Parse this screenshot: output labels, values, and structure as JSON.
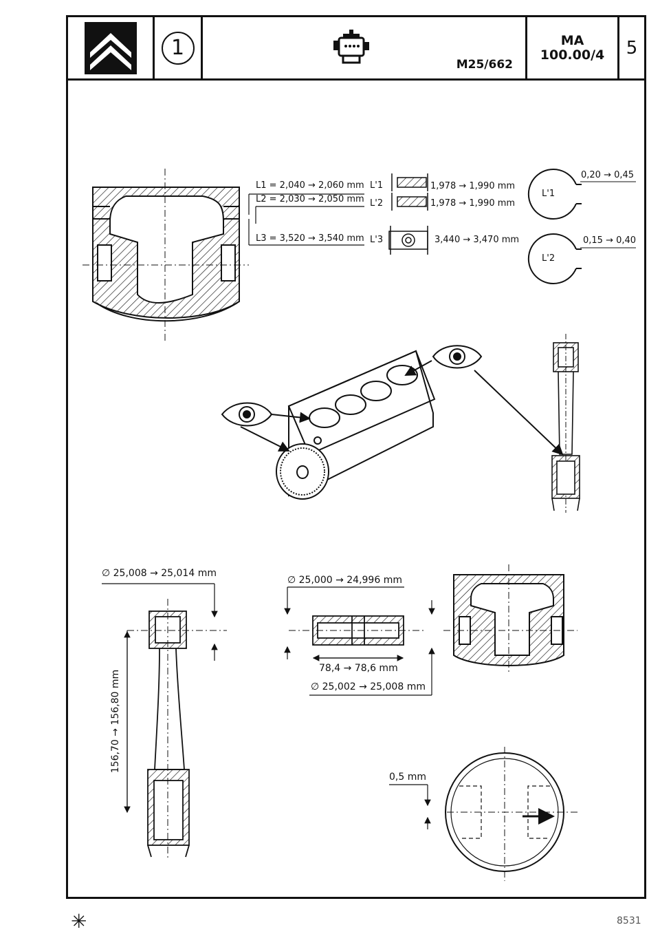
{
  "header": {
    "step": "1",
    "model": "M25/662",
    "ma_line1": "MA",
    "ma_line2": "100.00/4",
    "page": "5"
  },
  "rings": {
    "l1": "L1 = 2,040 → 2,060 mm",
    "l2": "L2 = 2,030 → 2,050 mm",
    "l3": "L3 = 3,520 → 3,540 mm",
    "lp1": "L'1",
    "lp2": "L'2",
    "lp3": "L'3",
    "t1": "1,978 → 1,990 mm",
    "t2": "1,978 → 1,990 mm",
    "t3": "3,440 → 3,470 mm",
    "gap1_label": "L'1",
    "gap1": "0,20 → 0,45",
    "gap2_label": "L'2",
    "gap2": "0,15 → 0,40"
  },
  "rod": {
    "small_end_bore": "∅ 25,008 → 25,014 mm",
    "length": "156,70 → 156,80 mm"
  },
  "pin": {
    "outer_dia": "∅ 25,000 → 24,996 mm",
    "length": "78,4 → 78,6 mm",
    "piston_bore": "∅ 25,002 → 25,008 mm"
  },
  "offset": "0,5 mm",
  "footer": {
    "symbol": "✳",
    "ref": "8531"
  }
}
